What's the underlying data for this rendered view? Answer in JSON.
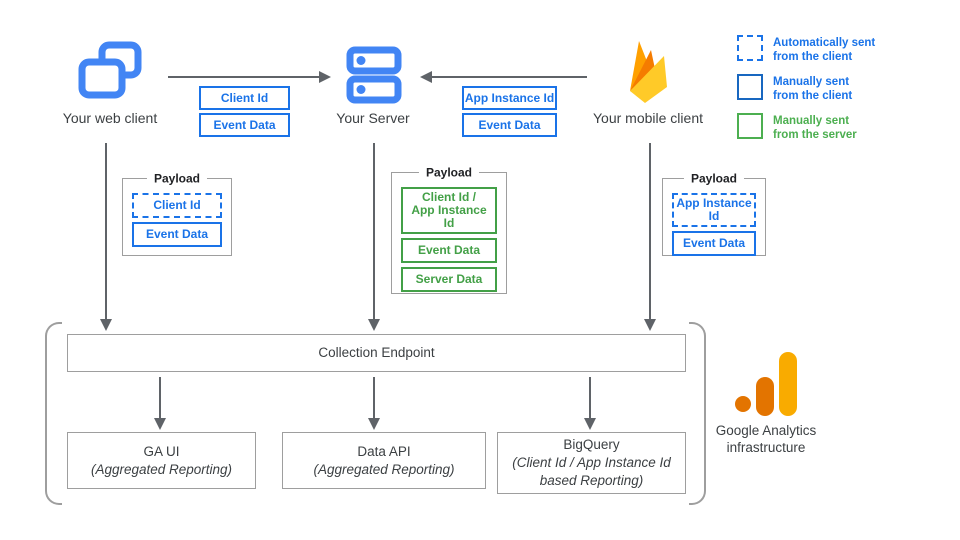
{
  "colors": {
    "blue_accent": "#1A73E8",
    "icon_blue": "#4285F4",
    "green_accent": "#43A047",
    "legend_green": "#4CAF50",
    "arrow_gray": "#5F6368",
    "box_border_gray": "#9E9E9E",
    "text_dark": "#3C4043",
    "firebase_yellow": "#FFCA28",
    "firebase_orange": "#FFA000",
    "firebase_deep_orange": "#F57C00",
    "ga_logo_amber": "#F9AB00",
    "ga_logo_orange": "#E37400"
  },
  "nodes": {
    "web_client": {
      "label": "Your web client",
      "icon": "web-client-icon"
    },
    "server": {
      "label": "Your Server",
      "icon": "server-icon"
    },
    "mobile_client": {
      "label": "Your mobile client",
      "icon": "firebase-icon"
    }
  },
  "flows": {
    "web_to_server": {
      "chips": [
        {
          "label": "Client Id",
          "style": "solid-blue"
        },
        {
          "label": "Event Data",
          "style": "solid-blue"
        }
      ]
    },
    "mobile_to_server": {
      "chips": [
        {
          "label": "App Instance Id",
          "style": "solid-blue"
        },
        {
          "label": "Event Data",
          "style": "solid-blue"
        }
      ]
    }
  },
  "legend": {
    "items": [
      {
        "label": "Automatically sent\nfrom the client",
        "style": "dashed-blue"
      },
      {
        "label": "Manually sent\nfrom the client",
        "style": "solid-blue"
      },
      {
        "label": "Manually sent\nfrom the server",
        "style": "solid-green"
      }
    ]
  },
  "payloads": {
    "web": {
      "title": "Payload",
      "items": [
        {
          "label": "Client Id",
          "style": "dashed-blue"
        },
        {
          "label": "Event Data",
          "style": "solid-blue"
        }
      ]
    },
    "server": {
      "title": "Payload",
      "items": [
        {
          "label": "Client Id /\nApp Instance Id",
          "style": "solid-green"
        },
        {
          "label": "Event Data",
          "style": "solid-green"
        },
        {
          "label": "Server Data",
          "style": "solid-green"
        }
      ]
    },
    "mobile": {
      "title": "Payload",
      "items": [
        {
          "label": "App Instance Id",
          "style": "dashed-blue"
        },
        {
          "label": "Event Data",
          "style": "solid-blue"
        }
      ]
    }
  },
  "infrastructure": {
    "collection_endpoint": "Collection Endpoint",
    "outputs": [
      {
        "title": "GA UI",
        "subtitle": "(Aggregated Reporting)"
      },
      {
        "title": "Data API",
        "subtitle": "(Aggregated Reporting)"
      },
      {
        "title": "BigQuery",
        "subtitle": "(Client Id / App Instance Id\nbased Reporting)"
      }
    ],
    "caption": "Google Analytics\ninfrastructure"
  }
}
